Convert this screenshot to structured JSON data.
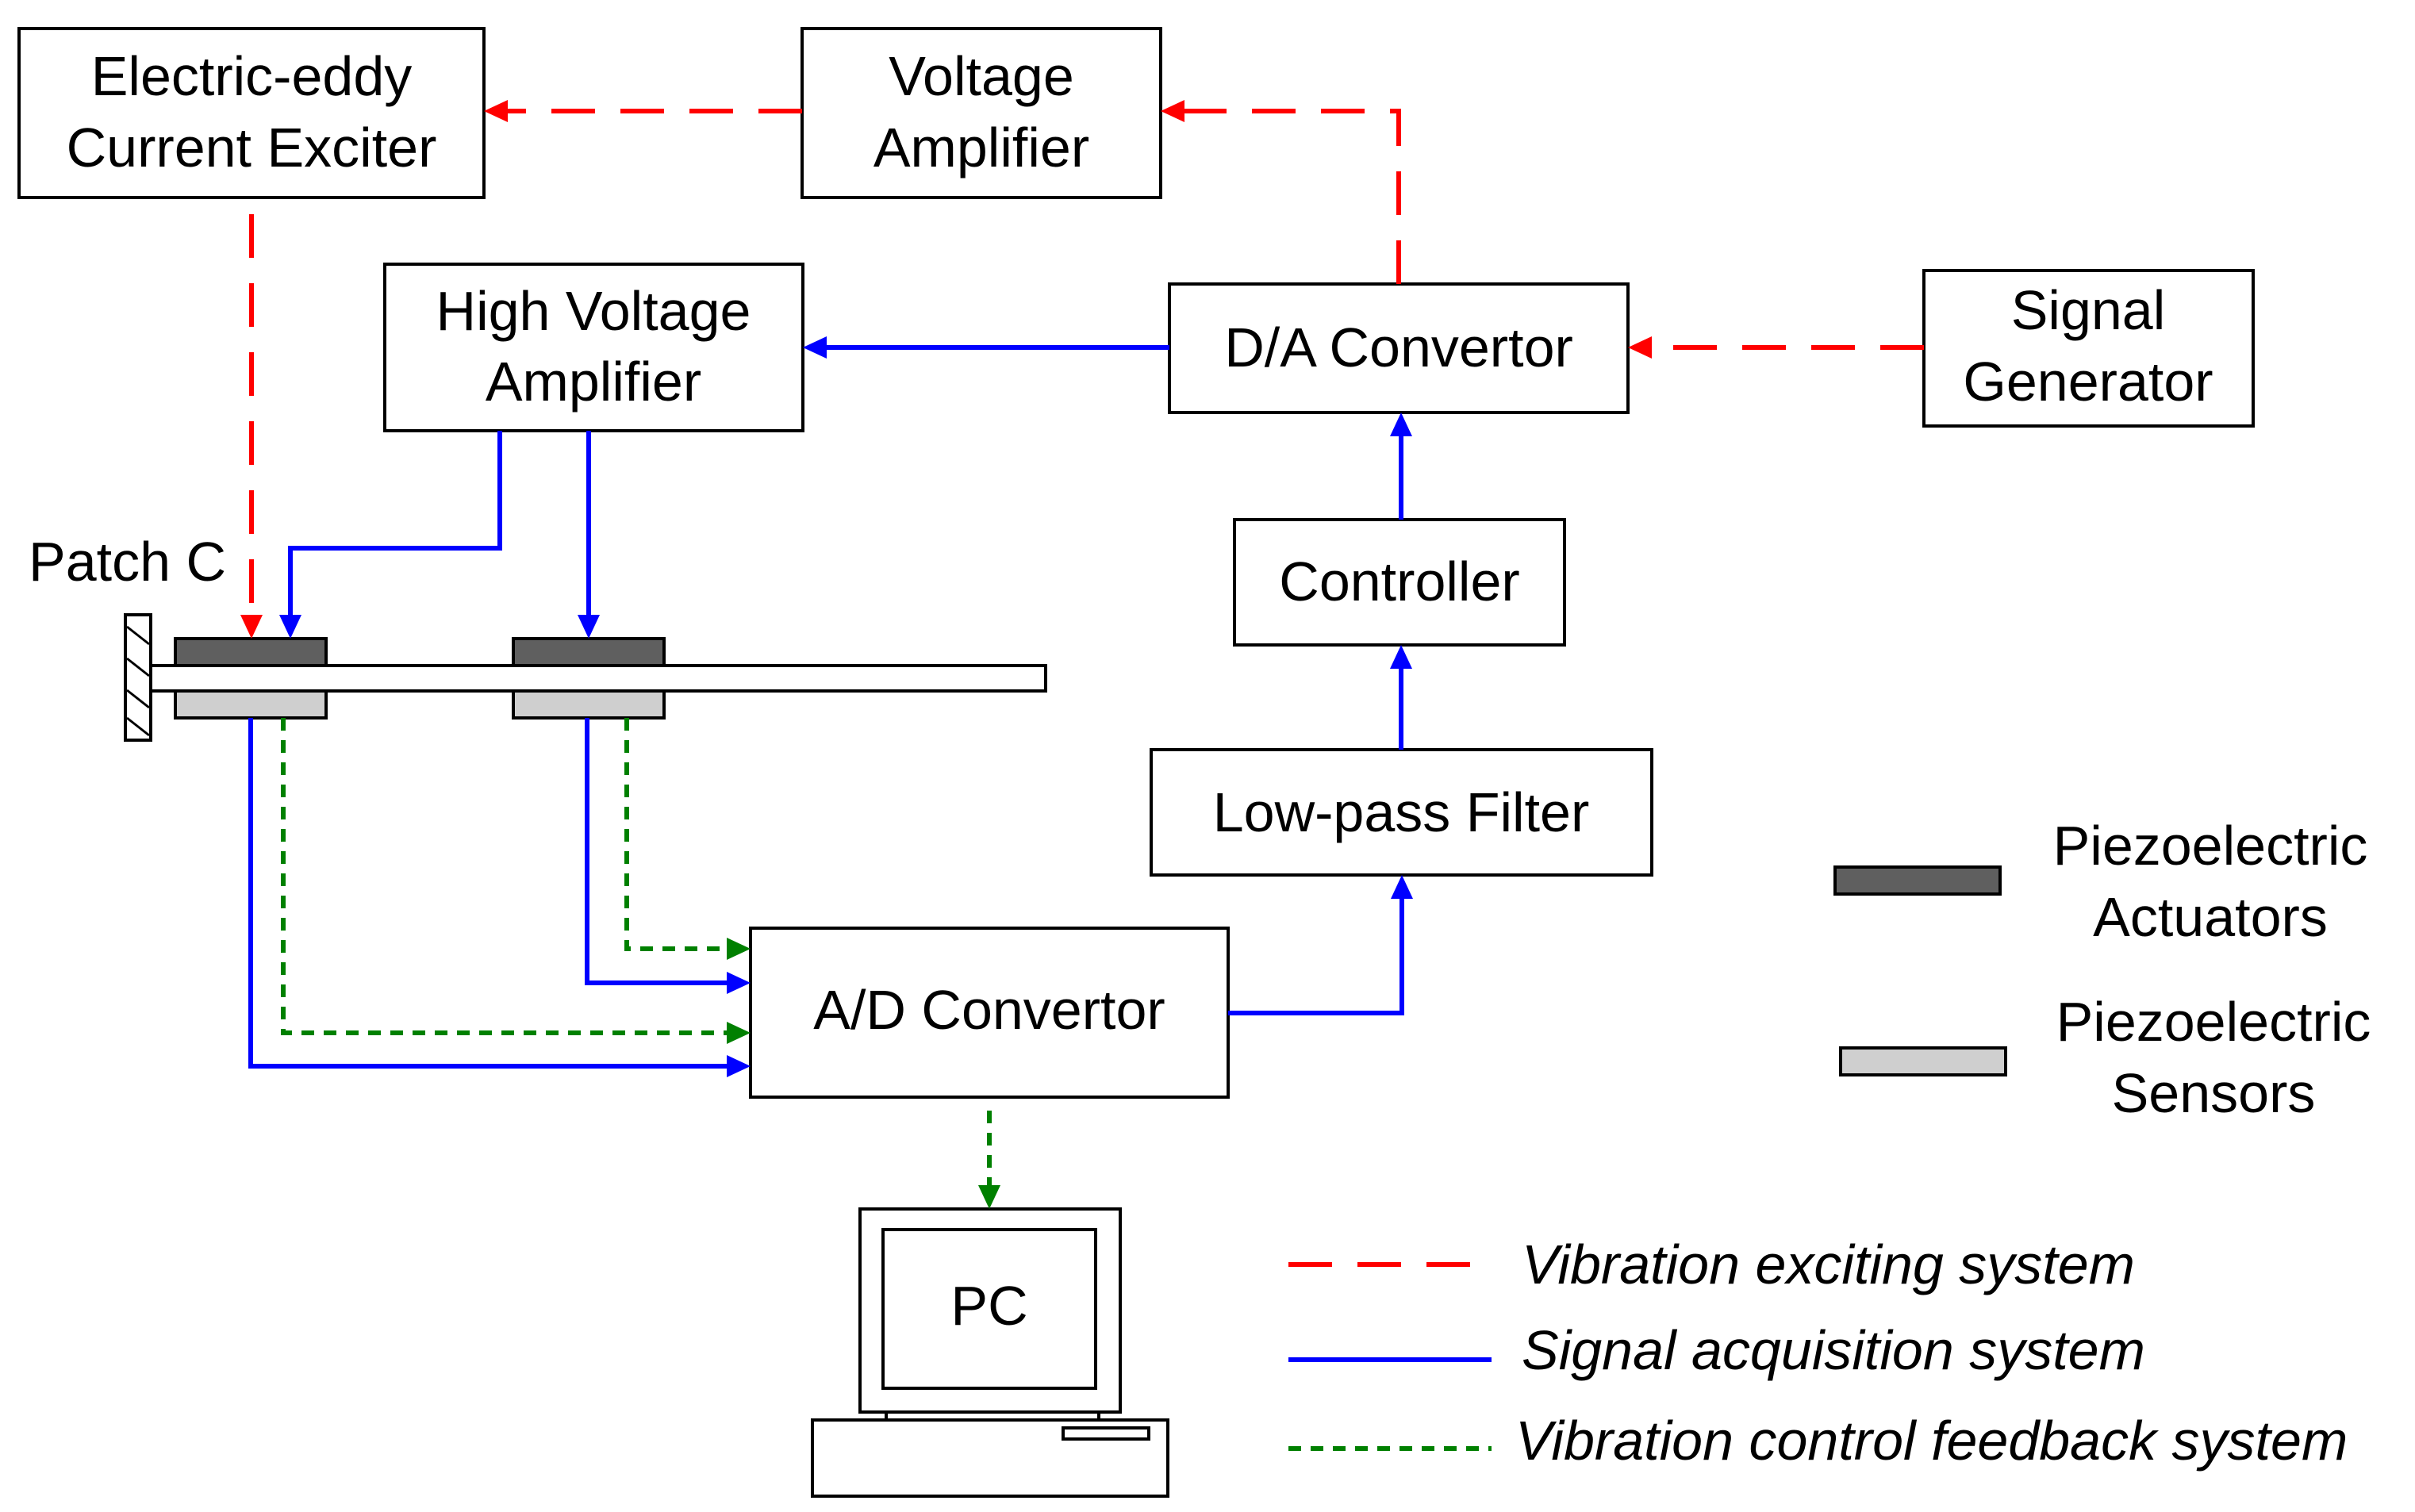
{
  "blocks": {
    "exciter": [
      "Electric-eddy",
      "Current Exciter"
    ],
    "voltage_amp": [
      "Voltage",
      "Amplifier"
    ],
    "hv_amp": [
      "High Voltage",
      "Amplifier"
    ],
    "da": [
      "D/A Convertor"
    ],
    "siggen": [
      "Signal",
      "Generator"
    ],
    "controller": [
      "Controller"
    ],
    "lowpass": [
      "Low-pass Filter"
    ],
    "ad": [
      "A/D Convertor"
    ],
    "pc": [
      "PC"
    ]
  },
  "patch_label": "Patch C",
  "legend": {
    "actuators": [
      "Piezoelectric",
      "Actuators"
    ],
    "sensors": [
      "Piezoelectric",
      "Sensors"
    ],
    "lines": {
      "red": "Vibration exciting system",
      "blue": "Signal acquisition system",
      "green": "Vibration control feedback system"
    }
  },
  "colors": {
    "exciting": "#ff0000",
    "acquisition": "#0000ff",
    "feedback": "#008000",
    "actuator_fill": "#5f5f5f",
    "sensor_fill": "#cfcfcf"
  }
}
